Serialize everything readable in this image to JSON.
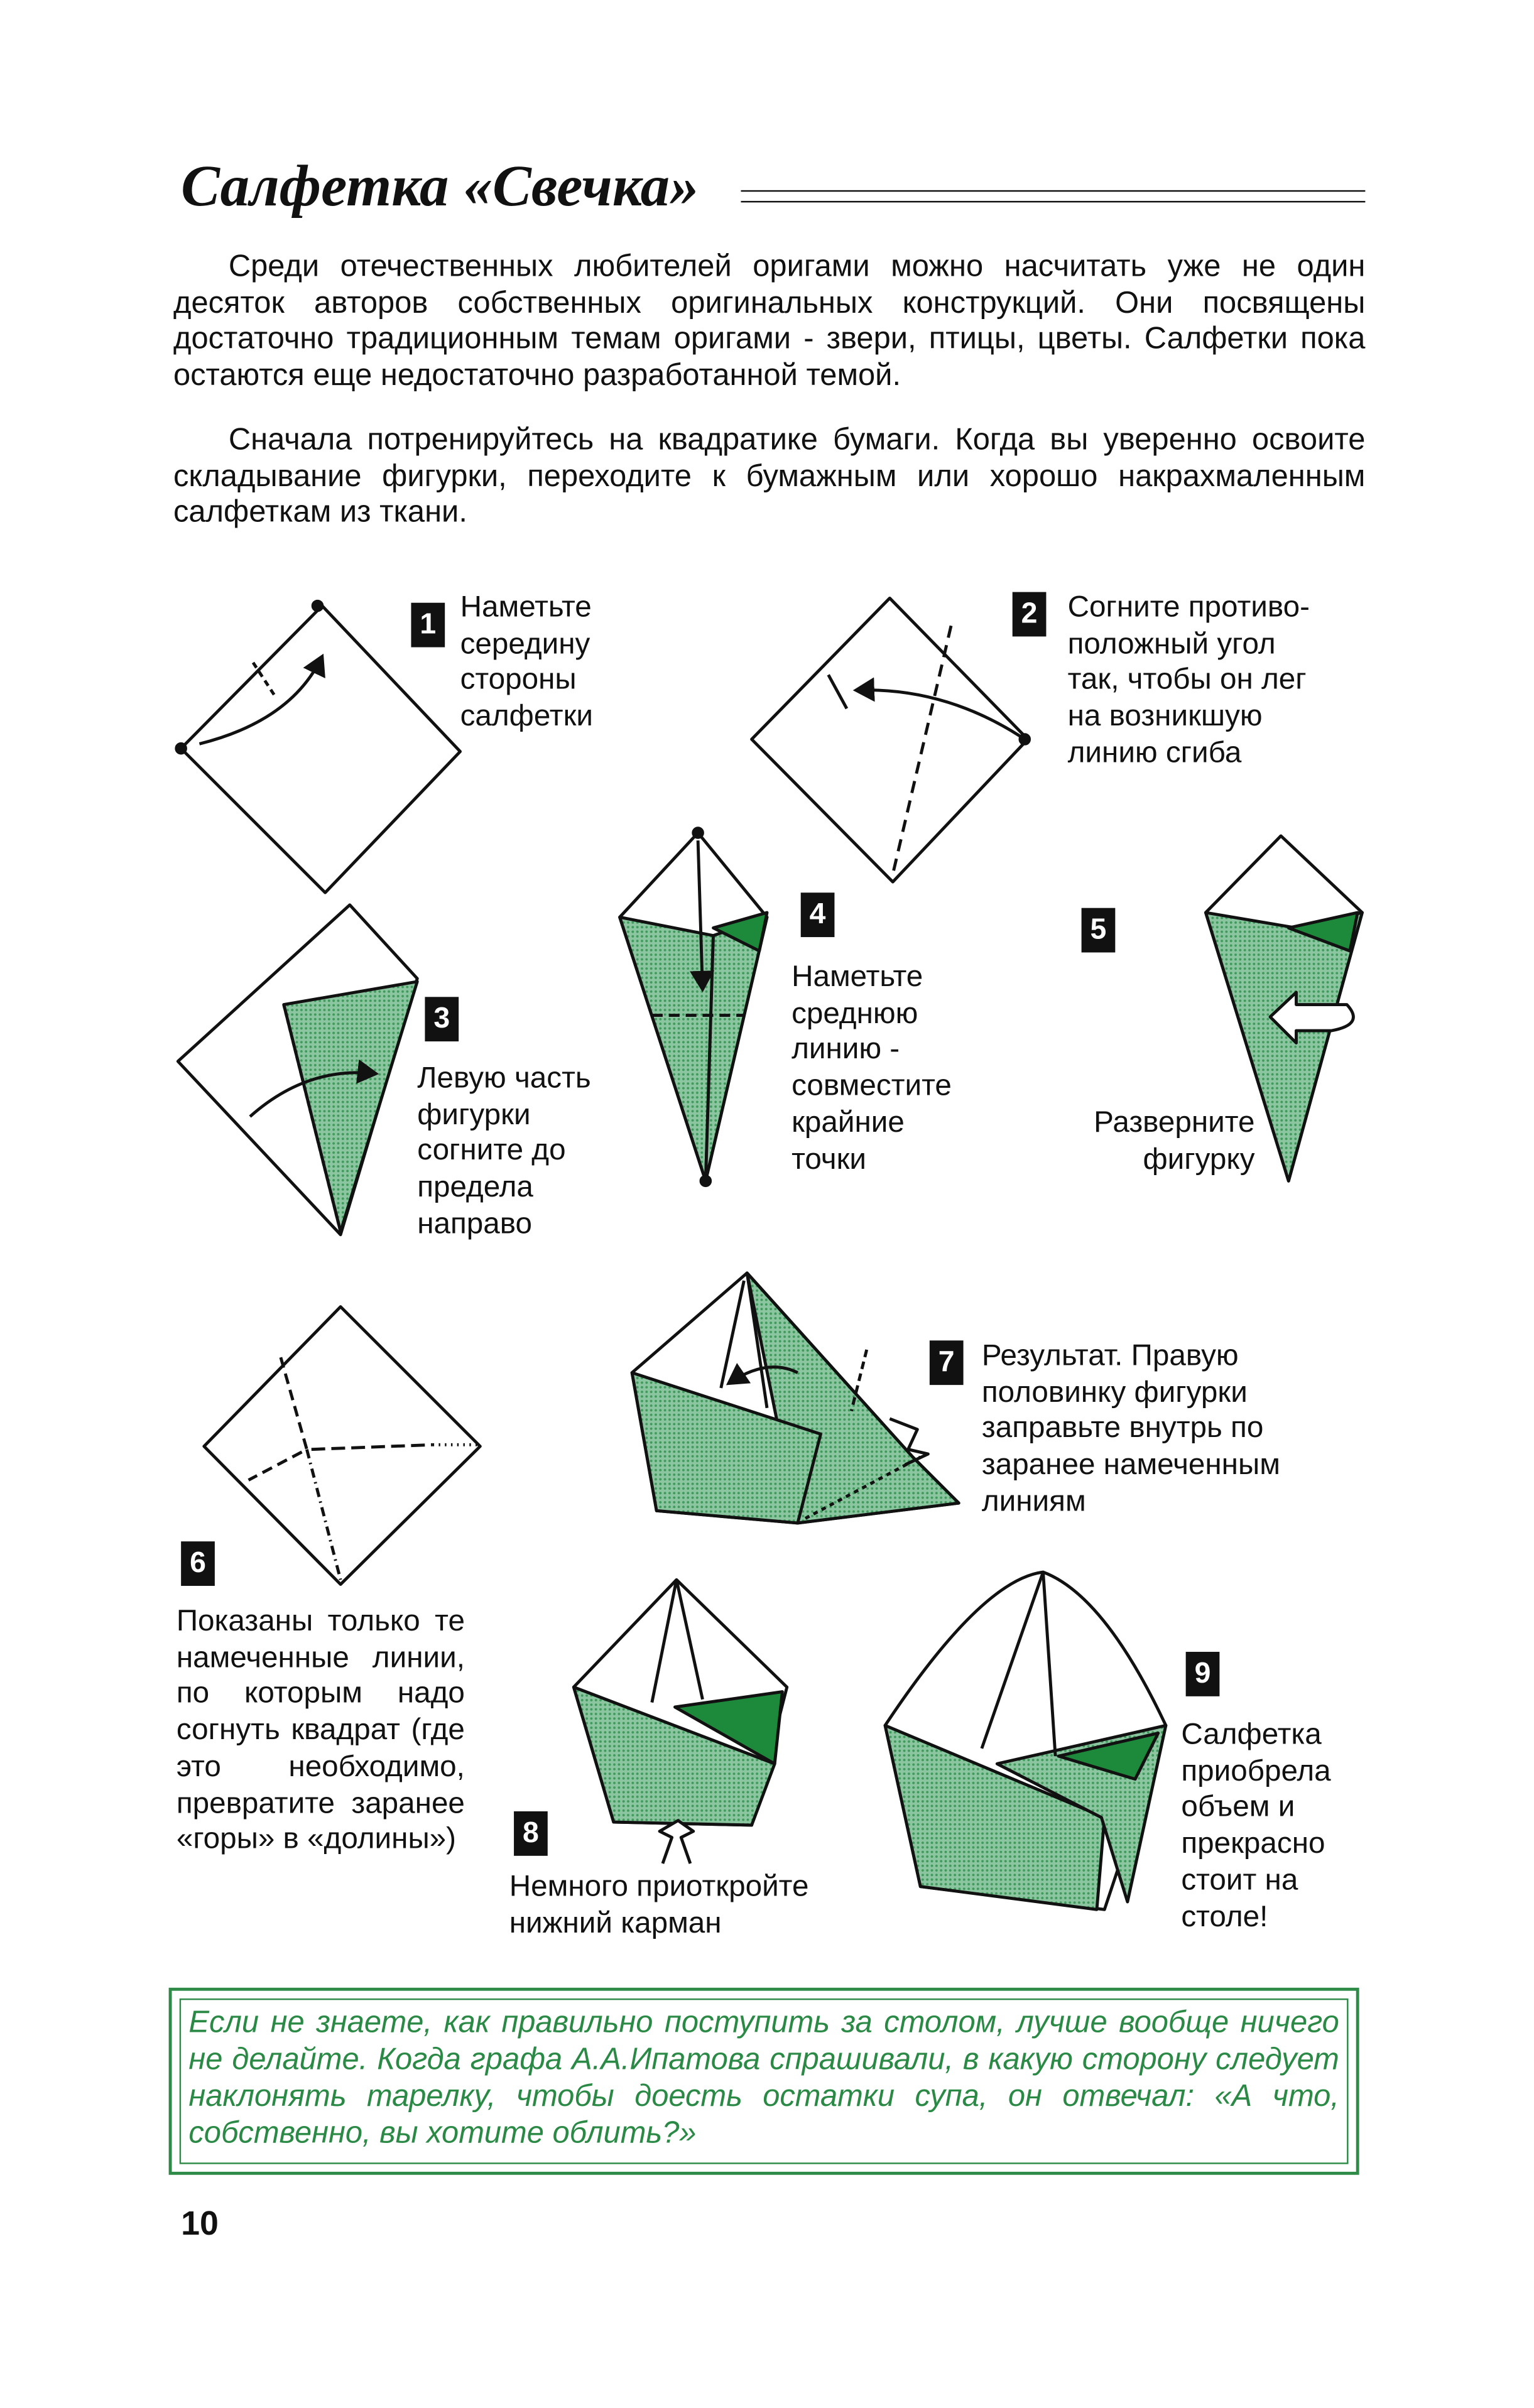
{
  "title": "Салфетка «Свечка»",
  "intro": [
    "Среди отечественных любителей оригами можно насчитать уже не один десяток авторов собственных оригинальных конструкций. Они посвящены достаточно традиционным темам оригами - звери, птицы, цветы. Салфетки пока остаются еще недостаточно разработанной темой.",
    "Сначала потренируйтесь на квадратике бумаги. Когда вы уверенно освоите складывание фигурки, переходите к бумажным или хорошо накрахмаленным салфеткам из ткани."
  ],
  "steps": [
    {
      "num": "1",
      "text": "Наметьте\nсередину\nстороны\nсалфетки"
    },
    {
      "num": "2",
      "text": "Согните противо-\nположный угол\nтак, чтобы он лег\nна возникшую\nлинию сгиба"
    },
    {
      "num": "3",
      "text": "Левую часть\nфигурки\nсогните до\nпредела\nнаправо"
    },
    {
      "num": "4",
      "text": "Наметьте\nсреднюю\nлинию -\nсовместите\nкрайние\nточки"
    },
    {
      "num": "5",
      "text": "Разверните\nфигурку"
    },
    {
      "num": "6",
      "text": "Показаны только те намеченные линии, по которым надо согнуть квадрат (где это необходимо, превратите заранее «горы» в «долины»)"
    },
    {
      "num": "7",
      "text": "Результат. Правую\nполовинку фигурки\nзаправьте внутрь по\nзаранее намеченным\nлиниям"
    },
    {
      "num": "8",
      "text": "Немного приоткройте\nнижний карман"
    },
    {
      "num": "9",
      "text": "Салфетка\nприобрела\nобъем и\nпрекрасно\nстоит на\nстоле!"
    }
  ],
  "note": "Если не знаете, как правильно поступить за столом, лучше вообще ничего не делайте. Когда графа А.А.Ипатова спрашивали, в какую сторону следует наклонять тарелку, чтобы доесть остатки супа, он отвечал: «А что, собственно, вы хотите облить?»",
  "page_number": "10",
  "colors": {
    "green": "#2e8b47",
    "paper_green": "#7dbb93",
    "dark_green": "#1c8a3a"
  }
}
